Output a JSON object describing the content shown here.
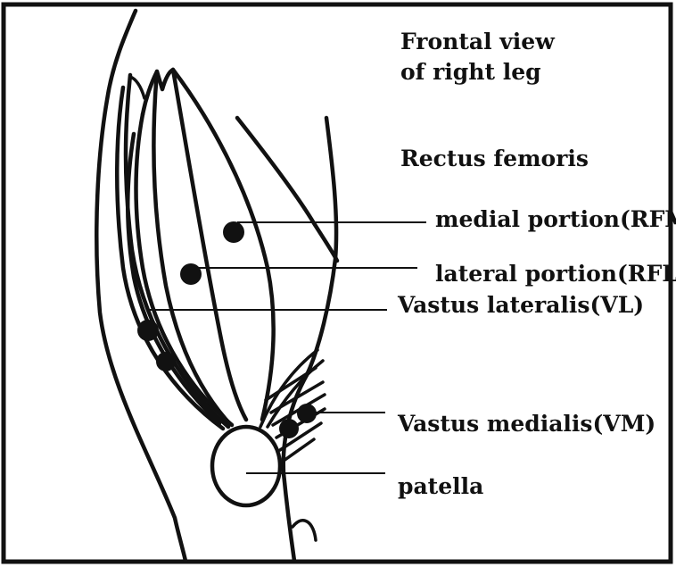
{
  "title": {
    "line1": "Frontal view",
    "line2": "of right leg"
  },
  "labels": {
    "rectus_femoris": "Rectus femoris",
    "rfm": "medial portion(RFM)",
    "rfl": "lateral portion(RFL)",
    "vl": "Vastus lateralis(VL)",
    "vm": "Vastus medialis(VM)",
    "patella": "patella"
  },
  "colors": {
    "ink": "#111111",
    "background": "#ffffff"
  }
}
